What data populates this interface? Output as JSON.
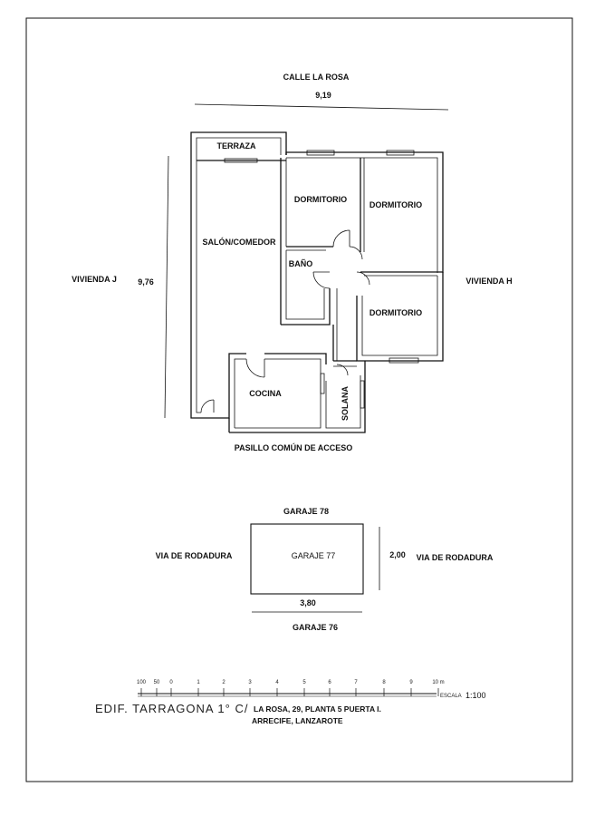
{
  "street": {
    "name": "CALLE LA ROSA",
    "width": "9,19"
  },
  "neighbors": {
    "left": "VIVIENDA J",
    "right": "VIVIENDA H"
  },
  "depth": "9,76",
  "rooms": {
    "terraza": "TERRAZA",
    "salon": "SALÓN/COMEDOR",
    "dormitorio_1": "DORMITORIO",
    "dormitorio_2": "DORMITORIO",
    "bano": "BAÑO",
    "dormitorio_3": "DORMITORIO",
    "cocina": "COCINA",
    "solana": "SOLANA"
  },
  "corridor": "PASILLO COMÚN DE ACCESO",
  "garage": {
    "top": "GARAJE 78",
    "label": "GARAJE  77",
    "bottom": "GARAJE 76",
    "left_lane": "VIA DE RODADURA",
    "right_lane": "VIA DE RODADURA",
    "depth": "2,00",
    "width": "3,80"
  },
  "scale": {
    "ticks": [
      "100",
      "50",
      "0",
      "1",
      "2",
      "3",
      "4",
      "5",
      "6",
      "7",
      "8",
      "9",
      "10 m"
    ],
    "caption_small": "ESCALA",
    "ratio": "1:100"
  },
  "building": {
    "name": "EDIF. TARRAGONA 1° C/",
    "address_line1": "LA ROSA, 29, PLANTA 5 PUERTA I.",
    "address_line2": "ARRECIFE, LANZAROTE"
  }
}
